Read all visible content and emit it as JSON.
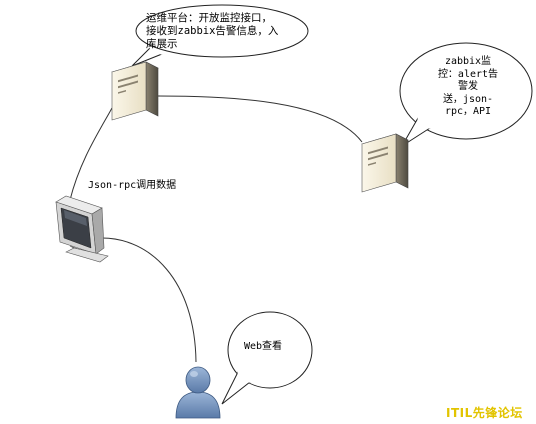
{
  "bubbles": {
    "ops_platform": "运维平台：开放监控接口，\n接收到zabbix告警信息，入\n库展示",
    "zabbix_monitor": "zabbix监\n控：alert告\n警发\n送，json-\nrpc，API",
    "web_view": "Web查看"
  },
  "edge_label": "Json-rpc调用数据",
  "watermark": "ITIL先锋论坛",
  "colors": {
    "server_body": "#f3ecd6",
    "server_shadow": "#6b6456",
    "monitor_frame": "#d9d9d9",
    "user_fill": "#7e9cc4",
    "watermark": "#e2c400"
  },
  "icons": [
    "ops-server-icon",
    "zabbix-server-icon",
    "client-monitor-icon",
    "user-icon"
  ]
}
